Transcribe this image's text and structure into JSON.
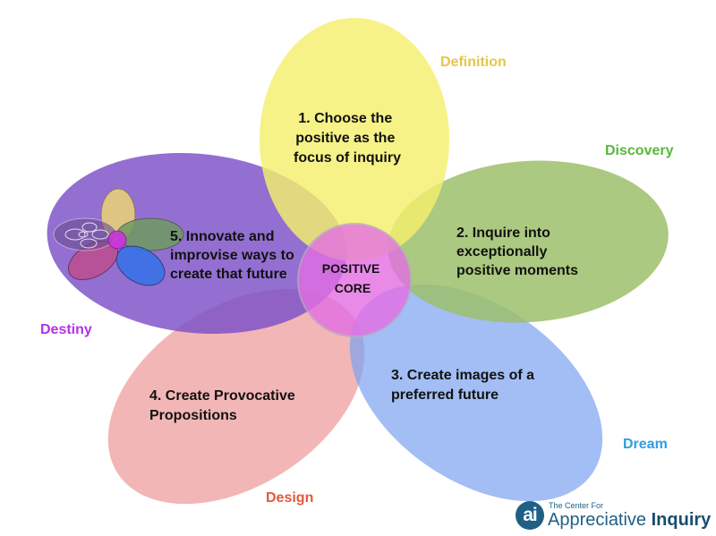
{
  "diagram": {
    "core": {
      "lines": [
        "POSITIVE",
        "CORE"
      ],
      "color": "#e46ee4"
    },
    "petals": [
      {
        "id": "definition",
        "label": "Definition",
        "label_color": "#e8c547",
        "fill": "#f4ef6c",
        "lines": [
          "1. Choose the",
          "positive as the",
          "focus of inquiry"
        ]
      },
      {
        "id": "discovery",
        "label": "Discovery",
        "label_color": "#58b83a",
        "fill": "#9cbf6a",
        "lines": [
          "2. Inquire into",
          "exceptionally",
          "positive moments"
        ]
      },
      {
        "id": "dream",
        "label": "Dream",
        "label_color": "#2f9ee0",
        "fill": "#7aa3f0",
        "lines": [
          "3. Create images of a",
          "preferred future"
        ]
      },
      {
        "id": "design",
        "label": "Design",
        "label_color": "#e05a3a",
        "fill": "#f0a2a2",
        "lines": [
          "4. Create Provocative",
          "Propositions"
        ]
      },
      {
        "id": "destiny",
        "label": "Destiny",
        "label_color": "#b530e6",
        "fill": "#7b4fc8",
        "lines": [
          "5. Innovate and",
          "improvise ways to",
          "create that future"
        ]
      }
    ],
    "mini_flower": {
      "petal_colors": [
        "#e8cf7a",
        "#6f9a5f",
        "#3a72e8",
        "#c04b8a",
        "#6b4d8f"
      ],
      "core_color": "#cc33dd"
    }
  },
  "logo": {
    "mark": "ai",
    "top": "The Center For",
    "bottom_regular": "Appreciative",
    "bottom_bold": "Inquiry",
    "color": "#1f5f86"
  }
}
